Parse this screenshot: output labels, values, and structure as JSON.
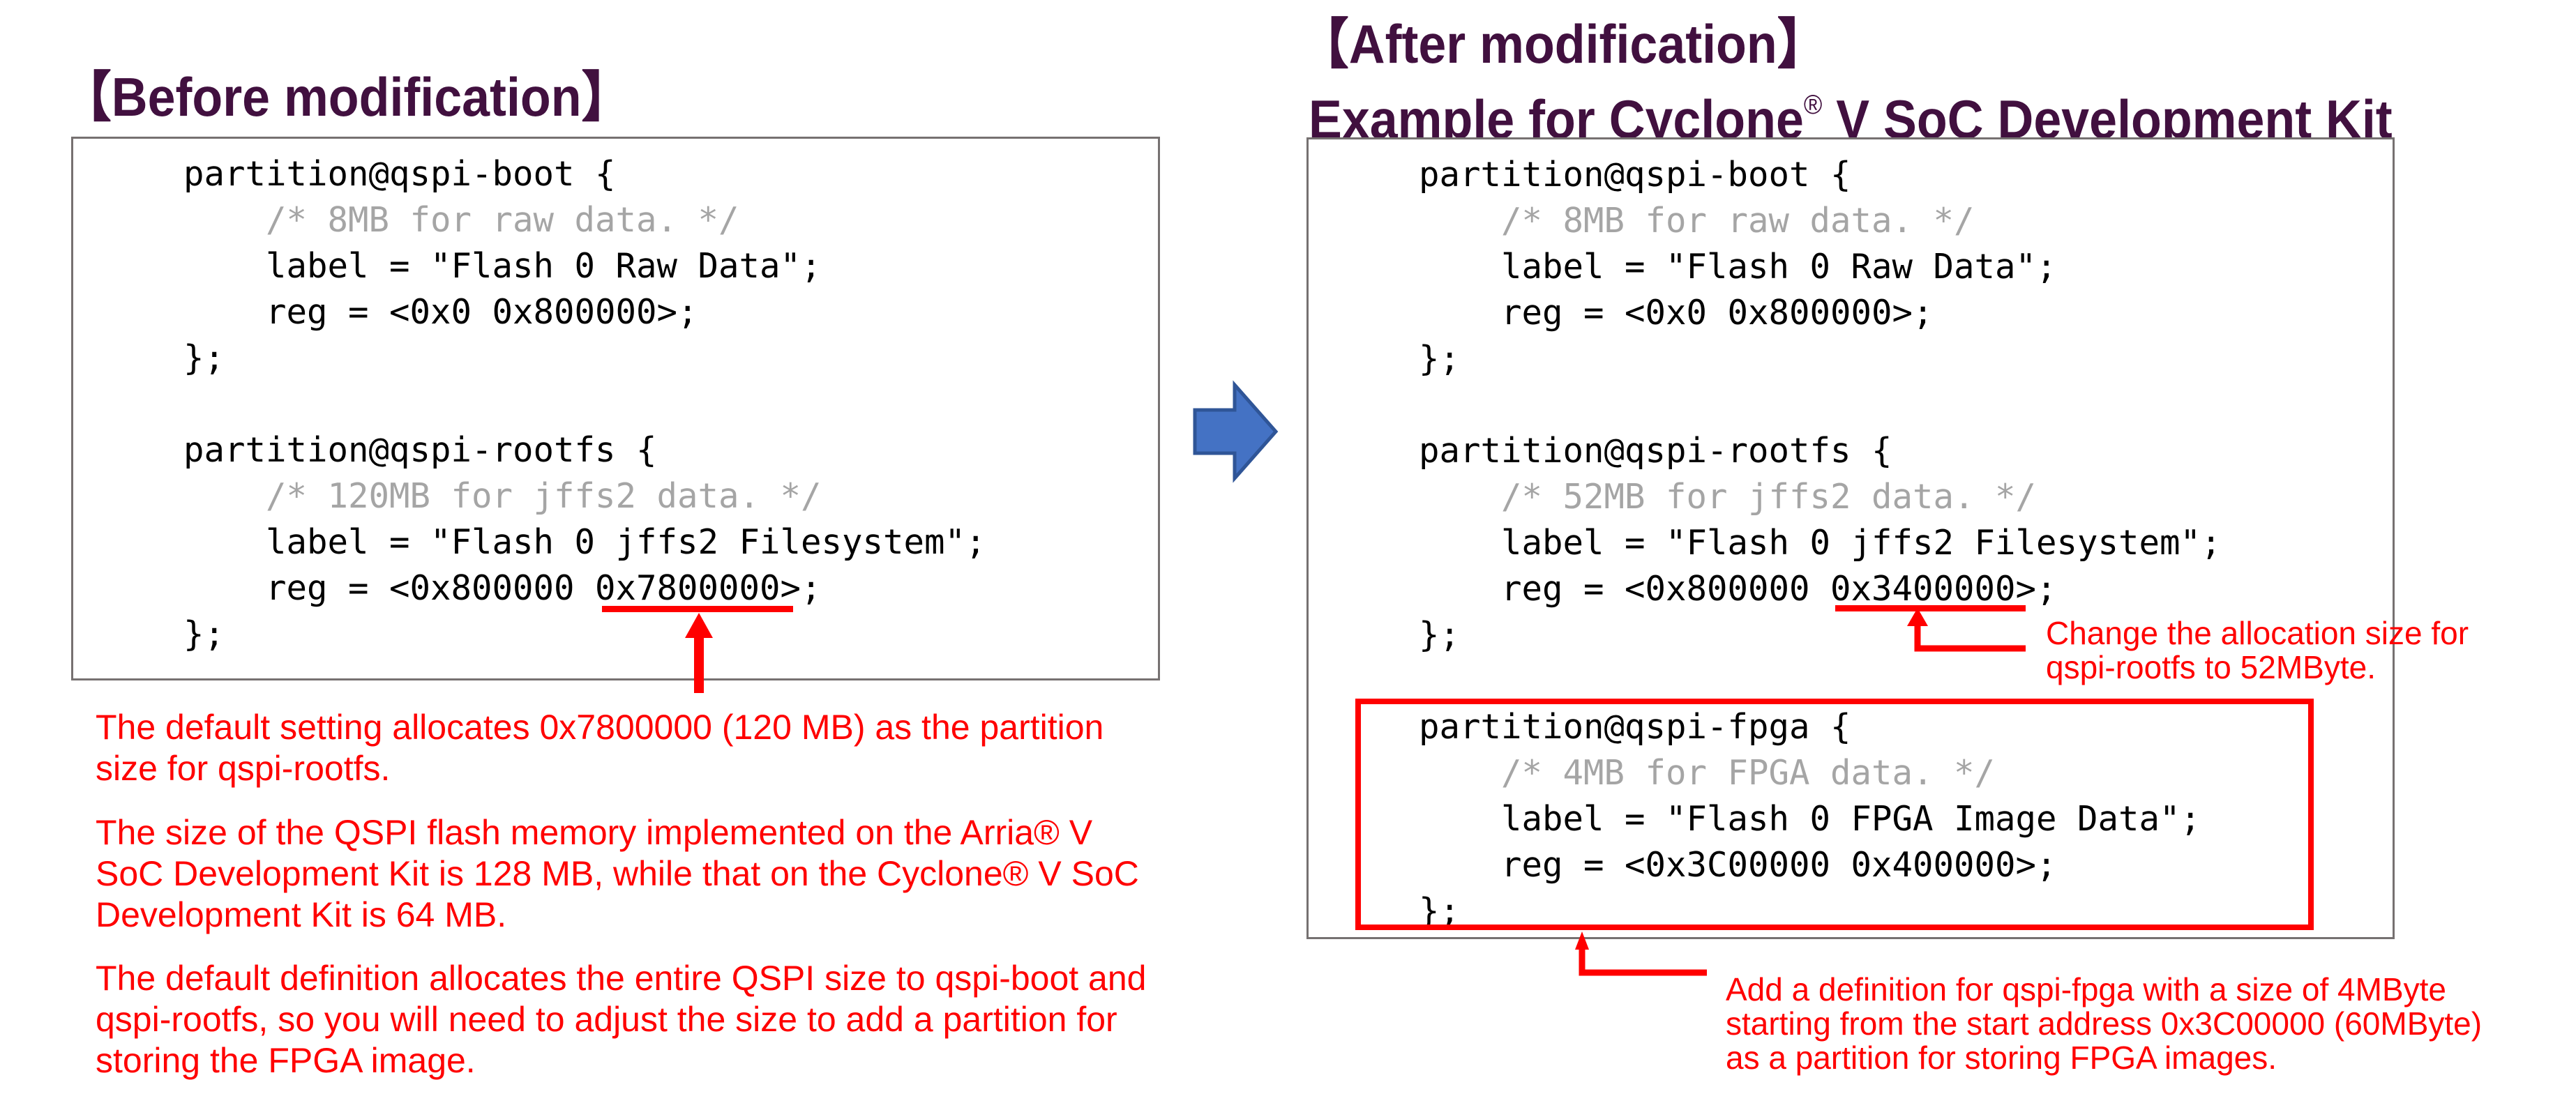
{
  "before": {
    "title": "【Before modification】",
    "code_lines": [
      {
        "indent": 1,
        "text": "partition@qspi-boot {",
        "kind": "code"
      },
      {
        "indent": 2,
        "text": "/* 8MB for raw data. */",
        "kind": "comment"
      },
      {
        "indent": 2,
        "text": "label = \"Flash 0 Raw Data\";",
        "kind": "code"
      },
      {
        "indent": 2,
        "text": "reg = <0x0 0x800000>;",
        "kind": "code"
      },
      {
        "indent": 1,
        "text": "};",
        "kind": "code"
      },
      {
        "indent": 0,
        "text": "",
        "kind": "blank"
      },
      {
        "indent": 1,
        "text": "partition@qspi-rootfs {",
        "kind": "code"
      },
      {
        "indent": 2,
        "text": "/* 120MB for jffs2 data. */",
        "kind": "comment"
      },
      {
        "indent": 2,
        "text": "label = \"Flash 0 jffs2 Filesystem\";",
        "kind": "code"
      },
      {
        "indent": 2,
        "text": "reg = <0x800000 0x7800000>;",
        "kind": "code"
      },
      {
        "indent": 1,
        "text": "};",
        "kind": "code"
      }
    ],
    "highlight": "0x7800000",
    "notes": [
      [
        "The default setting allocates 0x7800000 (120 MB) as the partition",
        "size for qspi-rootfs."
      ],
      [
        "The size of the QSPI flash memory implemented on the Arria® V",
        "SoC Development Kit is 128 MB, while that on the Cyclone® V SoC",
        "Development Kit is 64 MB."
      ],
      [
        "The default definition allocates the entire QSPI size to qspi-boot and",
        "qspi-rootfs, so you will need to adjust the size to add a partition for",
        "storing the FPGA image."
      ]
    ]
  },
  "after": {
    "title_line1": "【After modification】",
    "title_line2_pre": "Example for Cyclone",
    "title_line2_sup": "®",
    "title_line2_post": " V SoC Development Kit",
    "code_lines": [
      {
        "indent": 1,
        "text": "partition@qspi-boot {",
        "kind": "code"
      },
      {
        "indent": 2,
        "text": "/* 8MB for raw data. */",
        "kind": "comment"
      },
      {
        "indent": 2,
        "text": "label = \"Flash 0 Raw Data\";",
        "kind": "code"
      },
      {
        "indent": 2,
        "text": "reg = <0x0 0x800000>;",
        "kind": "code"
      },
      {
        "indent": 1,
        "text": "};",
        "kind": "code"
      },
      {
        "indent": 0,
        "text": "",
        "kind": "blank"
      },
      {
        "indent": 1,
        "text": "partition@qspi-rootfs {",
        "kind": "code"
      },
      {
        "indent": 2,
        "text": "/* 52MB for jffs2 data. */",
        "kind": "comment"
      },
      {
        "indent": 2,
        "text": "label = \"Flash 0 jffs2 Filesystem\";",
        "kind": "code"
      },
      {
        "indent": 2,
        "text": "reg = <0x800000 0x3400000>;",
        "kind": "code"
      },
      {
        "indent": 1,
        "text": "};",
        "kind": "code"
      },
      {
        "indent": 0,
        "text": "",
        "kind": "blank"
      },
      {
        "indent": 1,
        "text": "partition@qspi-fpga {",
        "kind": "code"
      },
      {
        "indent": 2,
        "text": "/* 4MB for FPGA data. */",
        "kind": "comment"
      },
      {
        "indent": 2,
        "text": "label = \"Flash 0 FPGA Image Data\";",
        "kind": "code"
      },
      {
        "indent": 2,
        "text": "reg = <0x3C00000 0x400000>;",
        "kind": "code"
      },
      {
        "indent": 1,
        "text": "};",
        "kind": "code"
      }
    ],
    "highlight": "0x3400000",
    "note_rootfs": [
      "Change the allocation size for",
      "qspi-rootfs to 52MByte."
    ],
    "note_fpga": [
      "Add a definition for qspi-fpga with a size of 4MByte",
      "starting from the start address 0x3C00000 (60MByte)",
      "as a partition for storing FPGA images."
    ]
  },
  "colors": {
    "title": "#41103F",
    "annotation": "#FF0000",
    "comment": "#A5A5A5",
    "box_border": "#767171",
    "transition_arrow_fill": "#4472C4",
    "transition_arrow_stroke": "#2F5597"
  },
  "icons": {
    "transition": "right-arrow-icon",
    "pointer": "up-arrow-icon"
  }
}
